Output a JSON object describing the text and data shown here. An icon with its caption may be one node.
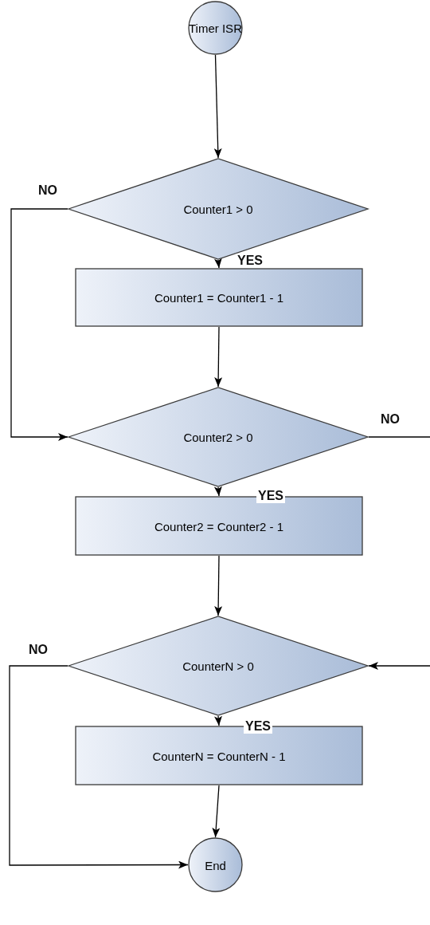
{
  "diagram": {
    "nodes": [
      {
        "text": [
          "Timer ISR"
        ]
      },
      {
        "text": [
          "Counter1 > 0"
        ]
      },
      {
        "text": [
          "Counter1 = Counter1 - 1"
        ]
      },
      {
        "text": [
          "Counter2 > 0"
        ]
      },
      {
        "text": [
          "Counter2 = Counter2 - 1"
        ]
      },
      {
        "text": [
          "CounterN > 0"
        ]
      },
      {
        "text": [
          "CounterN = CounterN - 1"
        ]
      },
      {
        "text": [
          "End"
        ]
      }
    ],
    "edges": [
      {
        "from": 0,
        "to": 1,
        "arrow": "to"
      },
      {
        "from": 1,
        "to": 2,
        "arrow": "to",
        "label": "YES"
      },
      {
        "from": 2,
        "to": 3,
        "arrow": "to"
      },
      {
        "from": 1,
        "to": 3,
        "arrow": "to",
        "label": "NO"
      },
      {
        "from": 3,
        "to": 4,
        "arrow": "to",
        "label": "YES"
      },
      {
        "from": 4,
        "to": 5,
        "arrow": "to"
      },
      {
        "from": 5,
        "to": 6,
        "arrow": "to",
        "label": "YES"
      },
      {
        "from": 6,
        "to": 7,
        "arrow": "to"
      },
      {
        "from": 5,
        "to": 7,
        "arrow": "to",
        "label": "NO"
      },
      {
        "from": 3,
        "to": null,
        "arrow": "none",
        "label": "NO"
      },
      {
        "from": null,
        "to": 5,
        "arrow": "to"
      }
    ]
  }
}
